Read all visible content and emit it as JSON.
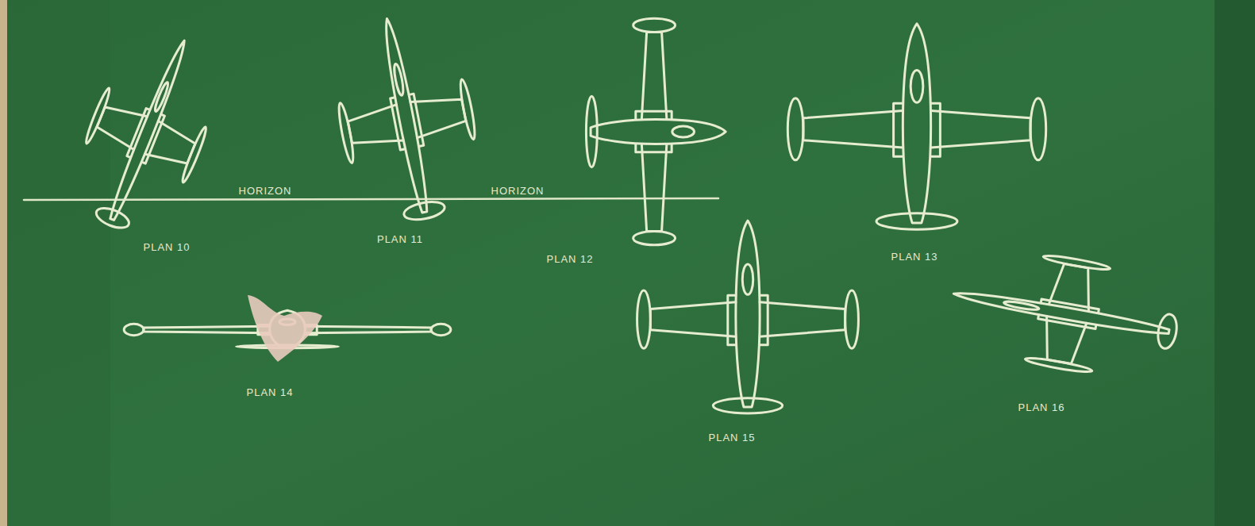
{
  "diagram": {
    "labels": [
      "HORIZON",
      "HORIZON",
      "PLAN 10",
      "PLAN 11",
      "PLAN 12",
      "PLAN 13",
      "PLAN 14",
      "PLAN 15",
      "PLAN 16"
    ]
  }
}
